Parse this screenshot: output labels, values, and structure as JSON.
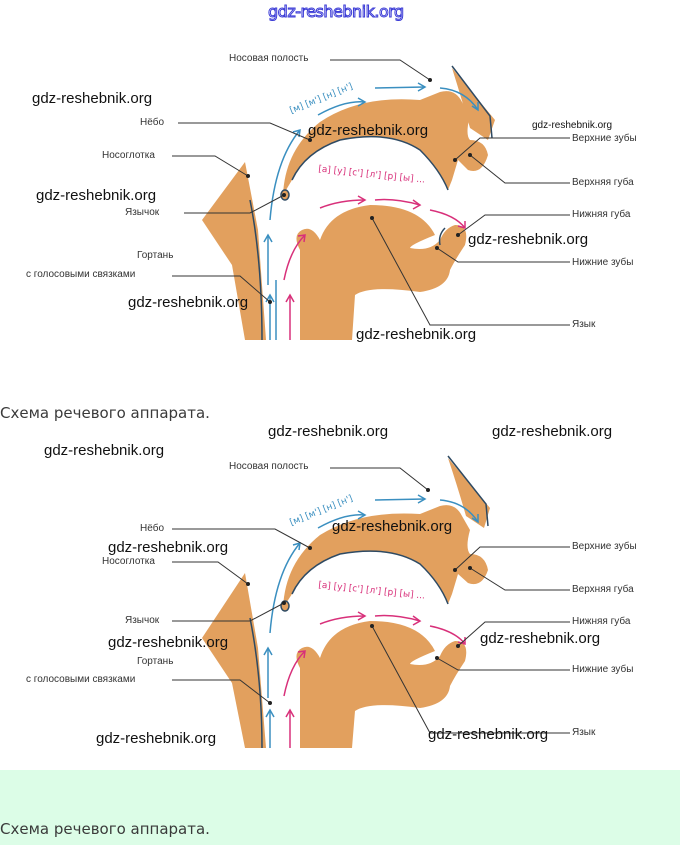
{
  "site_watermark": "gdz-reshebnik.org",
  "colors": {
    "tissue": "#e2a05e",
    "outline": "#2e4a63",
    "blue_arrow": "#3a8fc0",
    "pink_arrow": "#d8307a",
    "leader": "#333333",
    "green_band": "#dcfde7"
  },
  "diagrams": [
    {
      "labels": {
        "nasal_cavity": "Носовая полость",
        "palate": "Нёбо",
        "nasopharynx": "Носоглотка",
        "uvula": "Язычок",
        "larynx_line1": "Гортань",
        "larynx_line2": "с голосовыми связками",
        "upper_teeth": "Верхние зубы",
        "upper_lip": "Верхняя губа",
        "lower_lip": "Нижняя губа",
        "lower_teeth": "Нижние зубы",
        "tongue": "Язык"
      },
      "nasal_sounds": "[м] [м'] [н] [н']",
      "oral_sounds": "[а] [у] [с'] [л'] [р] [ы] ..."
    },
    {
      "labels": {
        "nasal_cavity": "Носовая полость",
        "palate": "Нёбо",
        "nasopharynx": "Носоглотка",
        "uvula": "Язычок",
        "larynx_line1": "Гортань",
        "larynx_line2": "с голосовыми связками",
        "upper_teeth": "Верхние зубы",
        "upper_lip": "Верхняя губа",
        "lower_lip": "Нижняя губа",
        "lower_teeth": "Нижние зубы",
        "tongue": "Язык"
      },
      "nasal_sounds": "[м] [м'] [н] [н']",
      "oral_sounds": "[а] [у] [с'] [л'] [р] [ы] ..."
    }
  ],
  "captions": [
    "Схема речевого аппарата.",
    "Схема речевого аппарата."
  ]
}
